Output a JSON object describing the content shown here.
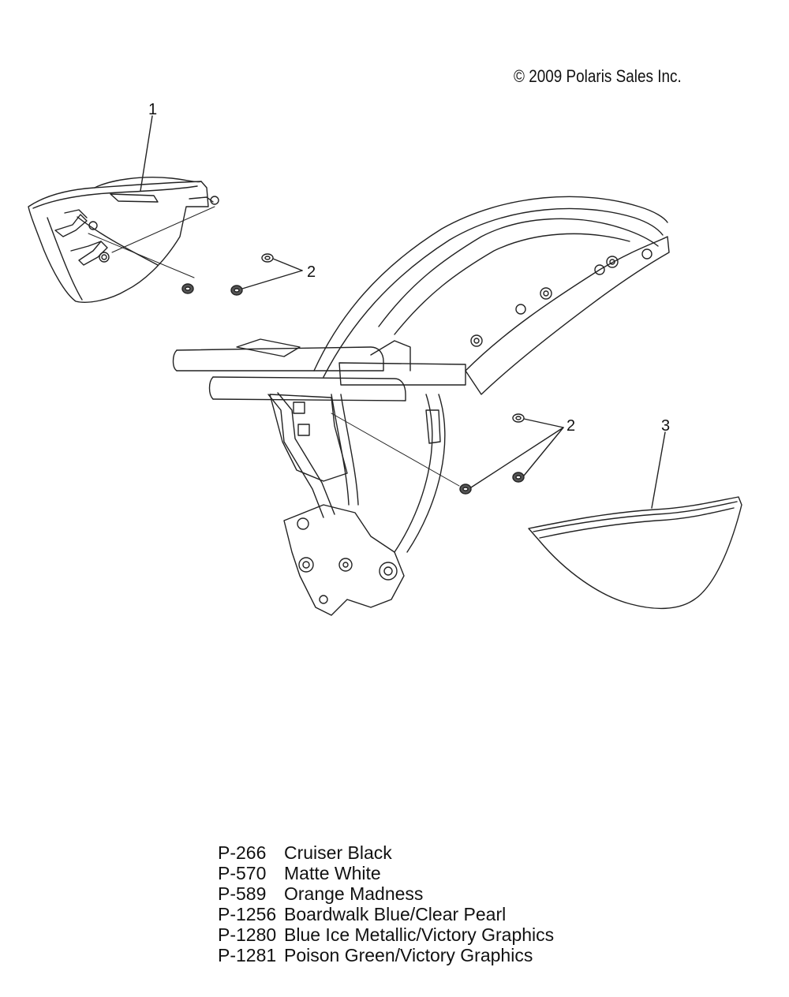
{
  "copyright": "© 2009 Polaris Sales Inc.",
  "callouts": {
    "part1": "1",
    "part2_upper": "2",
    "part2_lower": "2",
    "part3": "3"
  },
  "legend": [
    {
      "code": "P-266",
      "name": "Cruiser Black"
    },
    {
      "code": "P-570",
      "name": "Matte White"
    },
    {
      "code": "P-589",
      "name": "Orange Madness"
    },
    {
      "code": "P-1256",
      "name": "Boardwalk Blue/Clear Pearl"
    },
    {
      "code": "P-1280",
      "name": "Blue Ice Metallic/Victory Graphics"
    },
    {
      "code": "P-1281",
      "name": "Poison Green/Victory Graphics"
    }
  ]
}
